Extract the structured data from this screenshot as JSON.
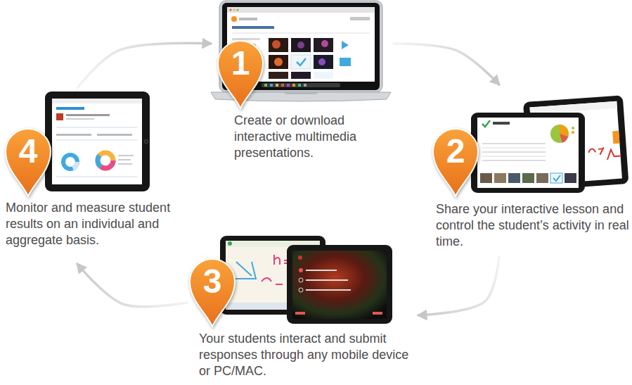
{
  "diagram": {
    "nodes": [
      {
        "text": [
          "1",
          "Create or download interactive multimedia presentations."
        ]
      },
      {
        "text": [
          "2",
          "Share your interactive lesson and control the student’s activity in real time."
        ]
      },
      {
        "text": [
          "3",
          "Your students interact and submit responses through any mobile device or PC/MAC."
        ]
      },
      {
        "text": [
          "4",
          "Monitor and measure student results on an individual and aggregate basis."
        ]
      }
    ],
    "edges": [
      {
        "from": 0,
        "to": 1,
        "arrow": "to"
      },
      {
        "from": 1,
        "to": 2,
        "arrow": "to"
      },
      {
        "from": 2,
        "to": 3,
        "arrow": "to"
      },
      {
        "from": 3,
        "to": 0,
        "arrow": "to"
      }
    ]
  }
}
